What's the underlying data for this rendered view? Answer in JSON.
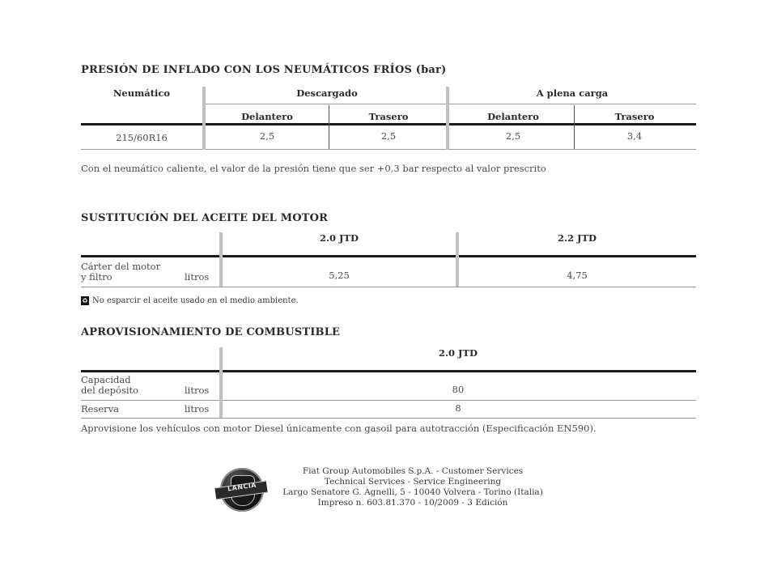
{
  "tire_section": {
    "title": "PRESIÓN DE INFLADO CON LOS NEUMÁTICOS FRÍOS (bar)",
    "col_tire": "Neumático",
    "col_unloaded": "Descargado",
    "col_full_load": "A plena carga",
    "sub_front_1": "Delantero",
    "sub_rear_1": "Trasero",
    "sub_front_2": "Delantero",
    "sub_rear_2": "Trasero",
    "row_size": "215/60R16",
    "values": [
      "2,5",
      "2,5",
      "2,5",
      "3,4"
    ],
    "note": "Con el neumático caliente, el valor de la presión tiene que ser +0,3 bar respecto al valor prescrito"
  },
  "oil_section": {
    "title": "SUSTITUCIÓN DEL ACEITE DEL MOTOR",
    "col_a": "2.0 JTD",
    "col_b": "2.2 JTD",
    "row_label_1": "Cárter del motor",
    "row_label_2": "y filtro",
    "row_unit": "litros",
    "value_a": "5,25",
    "value_b": "4,75",
    "note": "No esparcir el aceite usado en el medio ambiente."
  },
  "fuel_section": {
    "title": "APROVISIONAMIENTO DE COMBUSTIBLE",
    "col_a": "2.0 JTD",
    "row1_label_1": "Capacidad",
    "row1_label_2": "del depósito",
    "row1_unit": "litros",
    "row1_value": "80",
    "row2_label": "Reserva",
    "row2_unit": "litros",
    "row2_value": "8",
    "note": "Aprovisione los vehículos con motor Diesel únicamente con gasoil para autotracción (Especificación EN590)."
  },
  "footer": {
    "logo_text": "LANCIA",
    "line1": "Fiat Group Automobiles S.p.A. - Customer Services",
    "line2": "Technical Services - Service Engineering",
    "line3": "Largo Senatore G. Agnelli, 5 - 10040 Volvera - Torino (Italia)",
    "line4": "Impreso n. 603.81.370 - 10/2009 - 3 Edición"
  }
}
